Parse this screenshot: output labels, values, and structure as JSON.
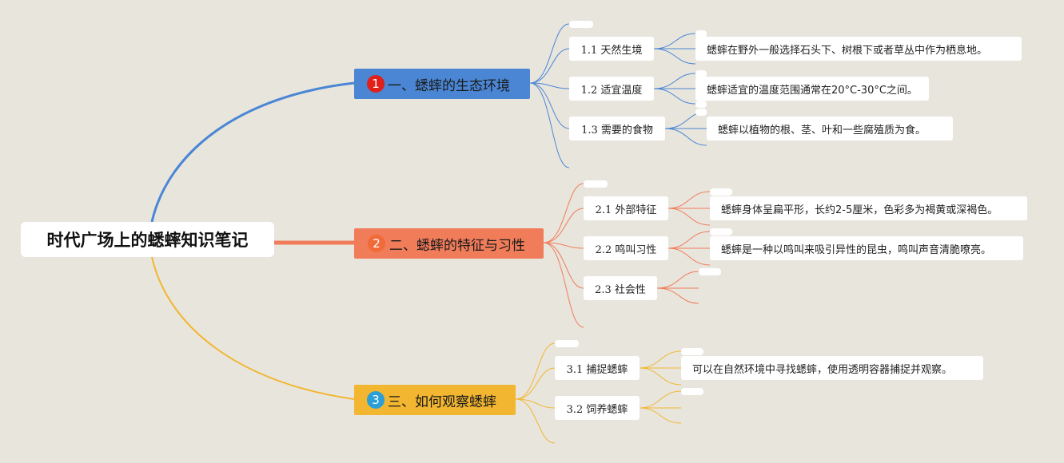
{
  "root": {
    "title": "时代广场上的蟋蟀知识笔记"
  },
  "colors": {
    "branch1": "#4a86d4",
    "branch2": "#f07c5a",
    "branch3": "#f2b630",
    "badge1": "#e0201a",
    "badge2": "#f06a3a",
    "badge3": "#2a9fd8"
  },
  "branches": [
    {
      "number": "1",
      "label": "一、蟋蟀的生态环境",
      "children": [
        {
          "label": "1.1 天然生境",
          "detail": "蟋蟀在野外一般选择石头下、树根下或者草丛中作为栖息地。"
        },
        {
          "label": "1.2 适宜温度",
          "detail": "蟋蟀适宜的温度范围通常在20°C-30°C之间。"
        },
        {
          "label": "1.3 需要的食物",
          "detail": "蟋蟀以植物的根、茎、叶和一些腐殖质为食。"
        }
      ]
    },
    {
      "number": "2",
      "label": "二、蟋蟀的特征与习性",
      "children": [
        {
          "label": "2.1 外部特征",
          "detail": "蟋蟀身体呈扁平形，长约2-5厘米，色彩多为褐黄或深褐色。"
        },
        {
          "label": "2.2 鸣叫习性",
          "detail": "蟋蟀是一种以鸣叫来吸引异性的昆虫，鸣叫声音清脆嘹亮。"
        },
        {
          "label": "2.3 社会性",
          "detail": ""
        }
      ]
    },
    {
      "number": "3",
      "label": "三、如何观察蟋蟀",
      "children": [
        {
          "label": "3.1 捕捉蟋蟀",
          "detail": "可以在自然环境中寻找蟋蟀，使用透明容器捕捉并观察。"
        },
        {
          "label": "3.2 饲养蟋蟀",
          "detail": ""
        }
      ]
    }
  ]
}
